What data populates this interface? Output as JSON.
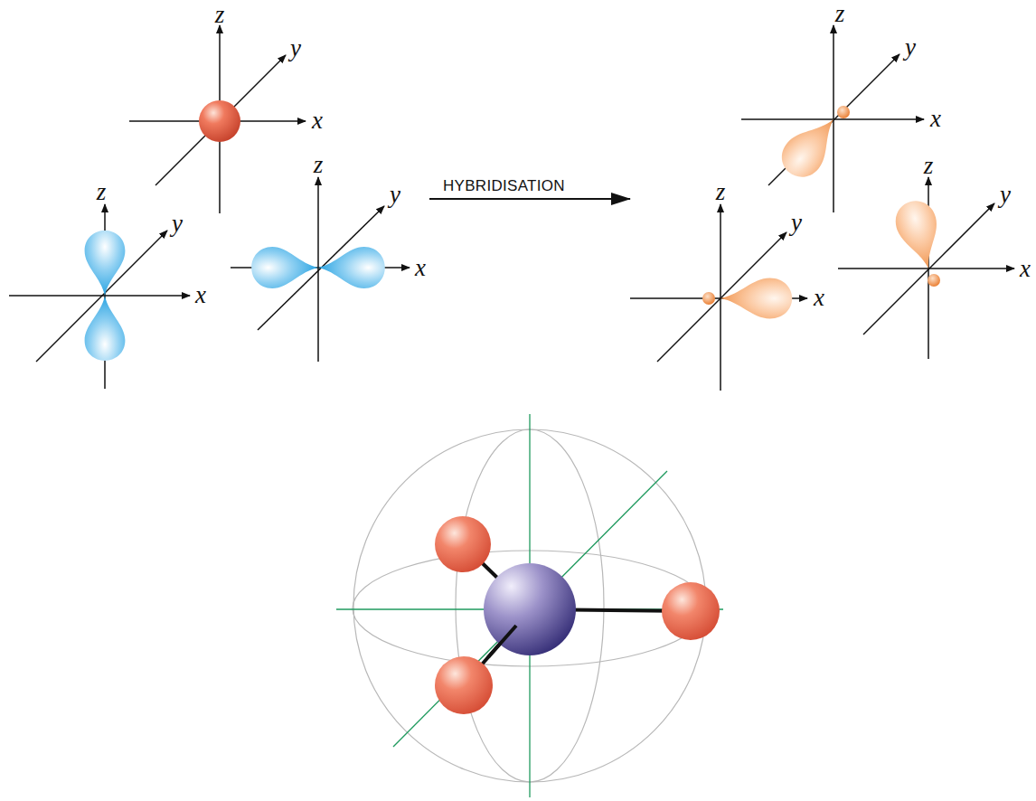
{
  "diagram": {
    "labels": [
      "z",
      "y",
      "x",
      "z",
      "y",
      "x",
      "HYBRIDISATION",
      "z",
      "y",
      "x",
      "z",
      "y",
      "x",
      "z",
      "y",
      "x",
      "z",
      "y",
      "x"
    ]
  }
}
